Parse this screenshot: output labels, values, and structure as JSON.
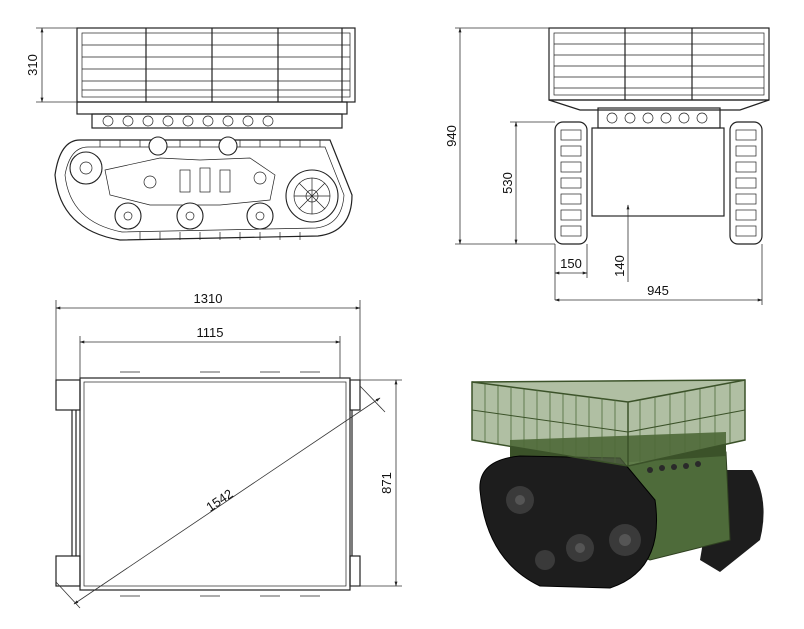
{
  "dimensions": {
    "side_cage_height": "310",
    "front_total_height": "940",
    "front_body_height": "530",
    "track_width": "150",
    "ground_clearance": "140",
    "total_width": "945",
    "total_length": "1310",
    "body_length": "1115",
    "diagonal": "1542",
    "top_width": "871"
  },
  "colors": {
    "line": "#222222",
    "render_body": "#4e6b3a",
    "render_dark": "#3b5229",
    "render_track": "#1d1d1d"
  }
}
